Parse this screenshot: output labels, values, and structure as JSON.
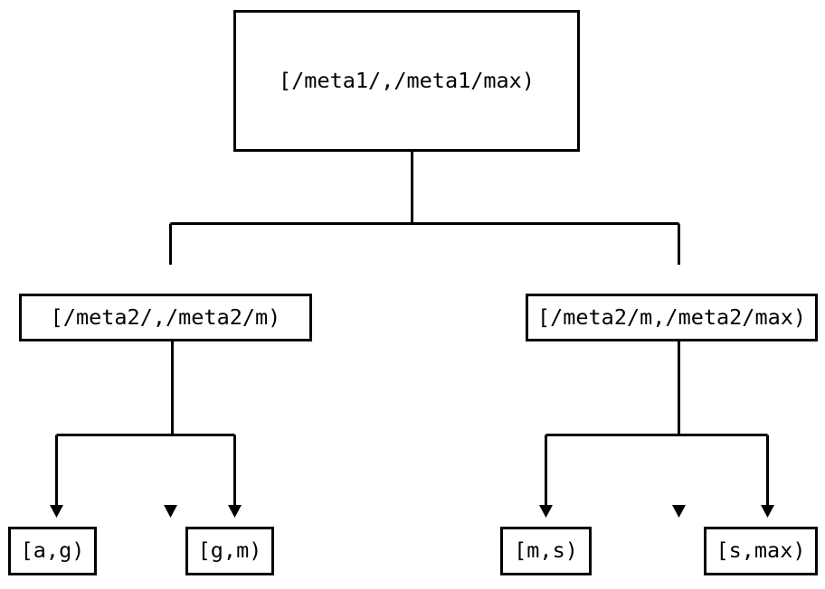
{
  "diagram": {
    "type": "tree",
    "title": "",
    "orientation": "top-down",
    "colors": {
      "background": "#ffffff",
      "stroke": "#000000",
      "text": "#000000",
      "node_fill": "#ffffff"
    },
    "nodes": {
      "root": {
        "id": "root",
        "label": "[/meta1/,/meta1/max)",
        "level": 0
      },
      "mid_left": {
        "id": "mid-left",
        "label": "[/meta2/,/meta2/m)",
        "level": 1
      },
      "mid_right": {
        "id": "mid-right",
        "label": "[/meta2/m,/meta2/max)",
        "level": 1
      },
      "leaf_ag": {
        "id": "leaf-ag",
        "label": "[a,g)",
        "level": 2
      },
      "leaf_gm": {
        "id": "leaf-gm",
        "label": "[g,m)",
        "level": 2
      },
      "leaf_ms": {
        "id": "leaf-ms",
        "label": "[m,s)",
        "level": 2
      },
      "leaf_smax": {
        "id": "leaf-smax",
        "label": "[s,max)",
        "level": 2
      }
    },
    "edges": [
      {
        "from": "root",
        "to": "mid-left",
        "arrow": "filled-triangle"
      },
      {
        "from": "root",
        "to": "mid-right",
        "arrow": "filled-triangle"
      },
      {
        "from": "mid-left",
        "to": "leaf-ag",
        "arrow": "filled-triangle"
      },
      {
        "from": "mid-left",
        "to": "leaf-gm",
        "arrow": "filled-triangle"
      },
      {
        "from": "mid-right",
        "to": "leaf-ms",
        "arrow": "filled-triangle"
      },
      {
        "from": "mid-right",
        "to": "leaf-smax",
        "arrow": "filled-triangle"
      }
    ]
  }
}
